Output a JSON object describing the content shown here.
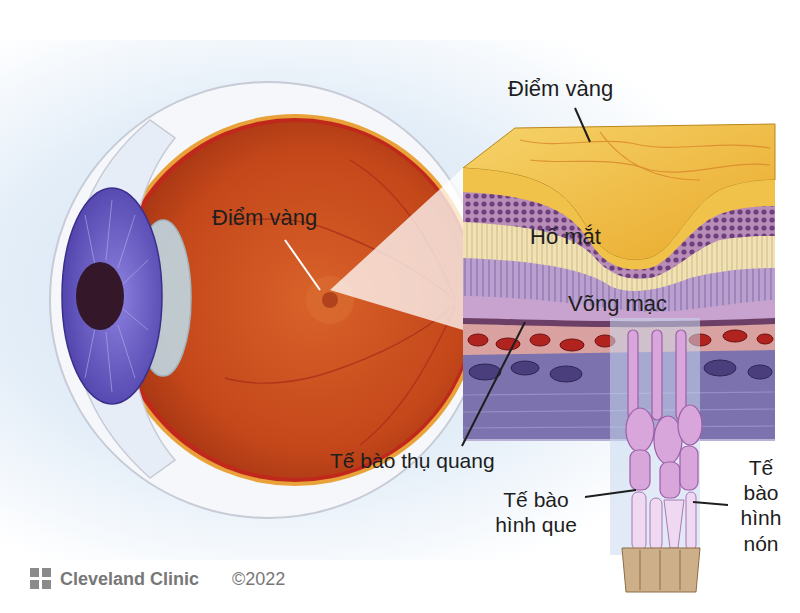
{
  "diagram": {
    "labels": [
      "Điểm vàng",
      "Điểm vàng",
      "Hố mắt",
      "Võng mạc",
      "Tế bào thụ quang",
      "Tế bào hình que",
      "Tế bào hình nón",
      "Cleveland Clinic",
      "©2022"
    ]
  }
}
